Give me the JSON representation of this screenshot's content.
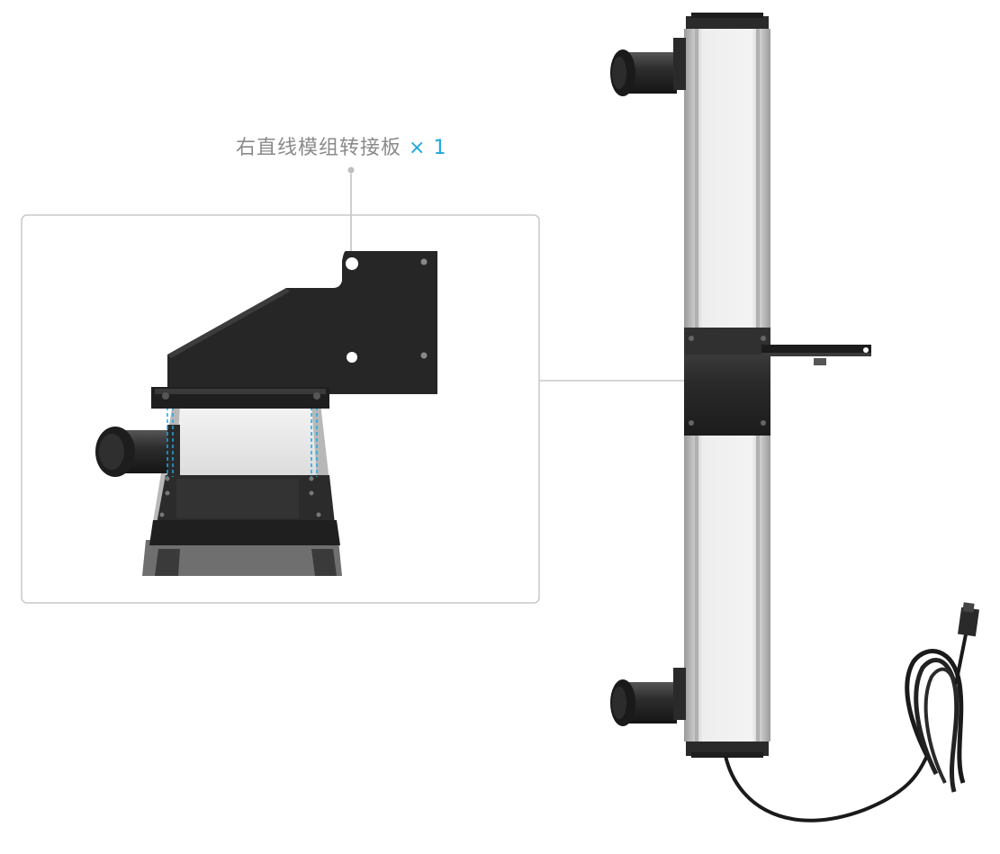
{
  "part_label": {
    "name": "右直线模组转接板",
    "quantity": "× 1"
  },
  "colors": {
    "label_text": "#8a8a8a",
    "quantity_accent": "#1ea7e0",
    "callout_line": "#bdbdbd",
    "guide_line": "#1ea7e0",
    "plate": "#2a2a2a",
    "rail_body": "#c9c9c9",
    "rail_face": "#eaeaea"
  },
  "icons": {
    "callout_dot": "small-circle",
    "cable": "flat-ribbon-cable"
  }
}
